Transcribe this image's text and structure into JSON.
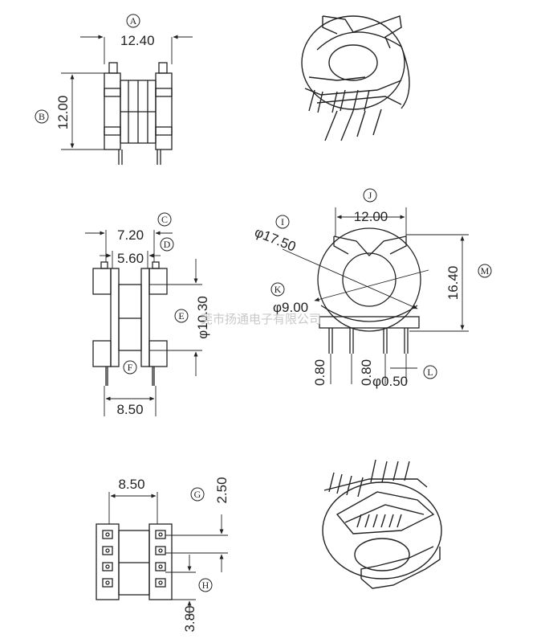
{
  "view_a": {
    "width_dim": "12.40",
    "width_tag": "A",
    "height_dim": "12.00",
    "height_tag": "B"
  },
  "view_c": {
    "top_dim": "7.20",
    "top_tag": "C",
    "inner_dim": "5.60",
    "inner_tag": "D",
    "height_dim": "φ10.30",
    "height_tag": "E",
    "bottom_dim": "8.50",
    "bottom_tag": "F"
  },
  "view_d": {
    "width_dim": "12.00",
    "width_tag": "J",
    "outer_dia": "φ17.50",
    "outer_tag": "I",
    "inner_dia": "φ9.00",
    "inner_tag": "K",
    "height_dim": "16.40",
    "height_tag": "M",
    "pin_left": "0.80",
    "pin_right": "0.80",
    "pin_dia": "φ0.50",
    "pin_tag": "L"
  },
  "view_g": {
    "width_dim": "8.50",
    "top_dim": "2.50",
    "top_tag": "G",
    "bottom_dim": "3.80",
    "bottom_tag": "H"
  },
  "watermark": "莞市扬通电子有限公司"
}
